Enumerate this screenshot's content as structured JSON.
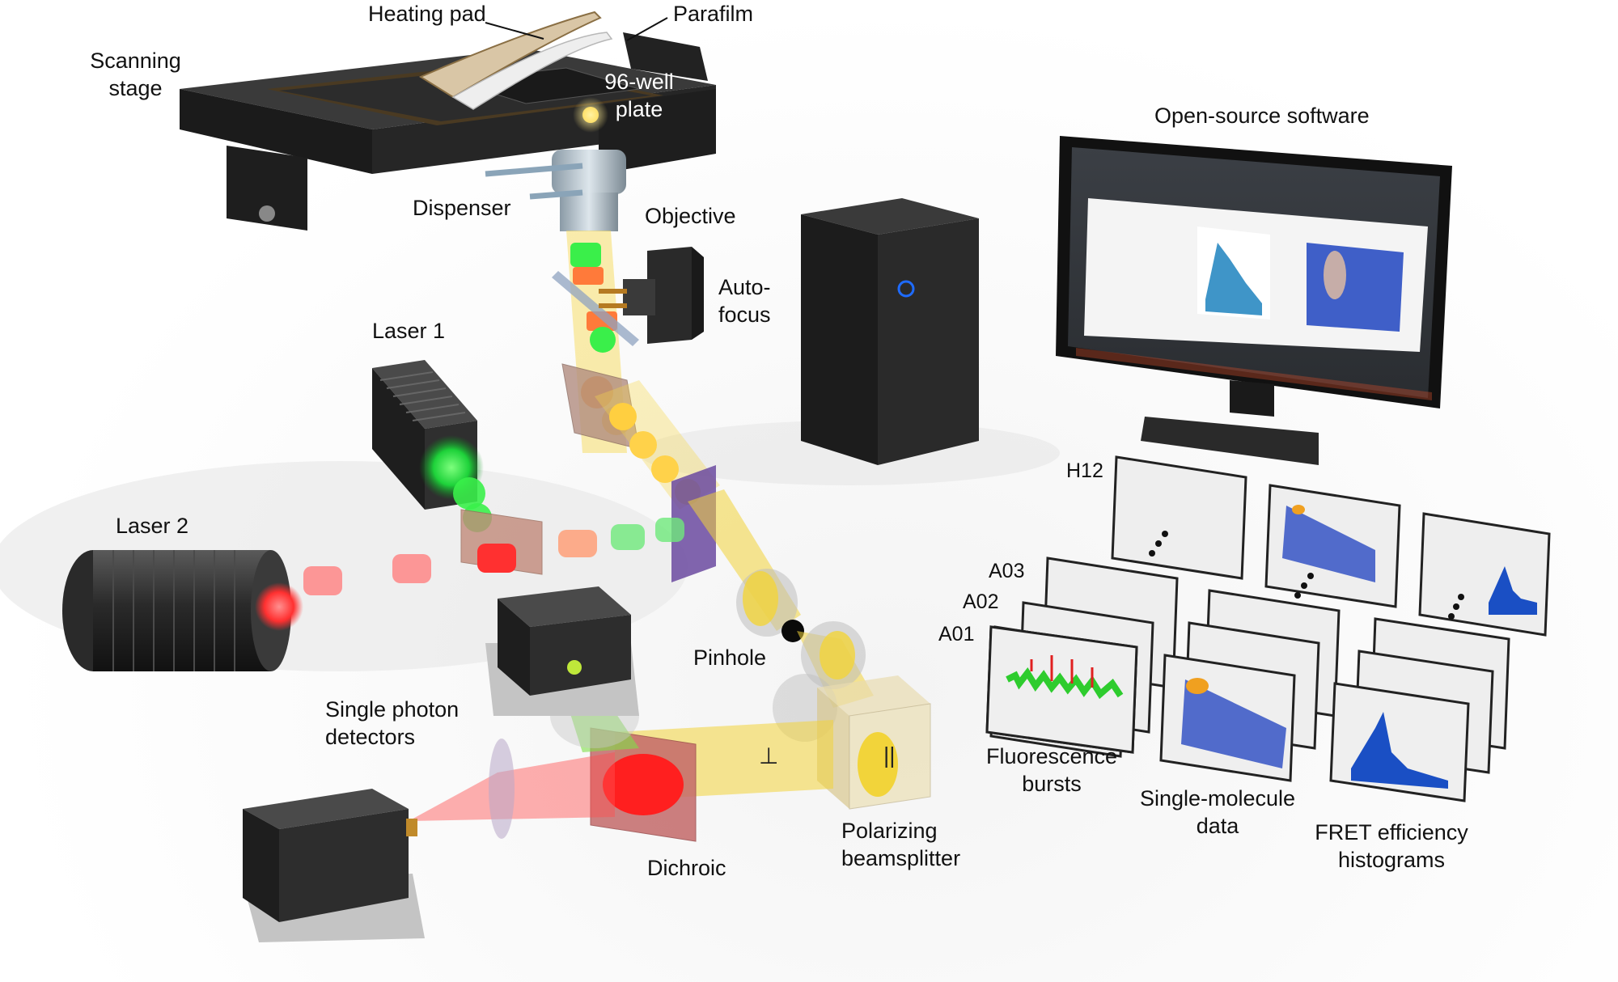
{
  "labels": {
    "scanning_stage": "Scanning stage",
    "heating_pad": "Heating pad",
    "parafilm": "Parafilm",
    "well_plate": "96-well plate",
    "dispenser": "Dispenser",
    "objective": "Objective",
    "autofocus": "Auto- focus",
    "laser1": "Laser 1",
    "laser2": "Laser 2",
    "pinhole": "Pinhole",
    "single_photon_detectors": "Single photon detectors",
    "dichroic": "Dichroic",
    "polarizing_beamsplitter": "Polarizing beamsplitter",
    "open_source_software": "Open-source software",
    "fluorescence_bursts": "Fluorescence bursts",
    "single_molecule_data": "Single-molecule data",
    "fret_histograms": "FRET efficiency histograms"
  },
  "wells": [
    "H12",
    "A03",
    "A02",
    "A01"
  ],
  "symbols": {
    "perpendicular": "⊥",
    "parallel": "||"
  },
  "colors": {
    "green_beam": "#2ee84a",
    "red_beam": "#ff3a3a",
    "yellow_beam": "#f5d63a",
    "device_dark": "#2b2b2b",
    "power_led": "#1e6bff",
    "burst_green": "#2ecc2e",
    "burst_red": "#e02020",
    "scatter_blue": "#1c3fbf",
    "histogram_blue": "#1a4fc4"
  }
}
